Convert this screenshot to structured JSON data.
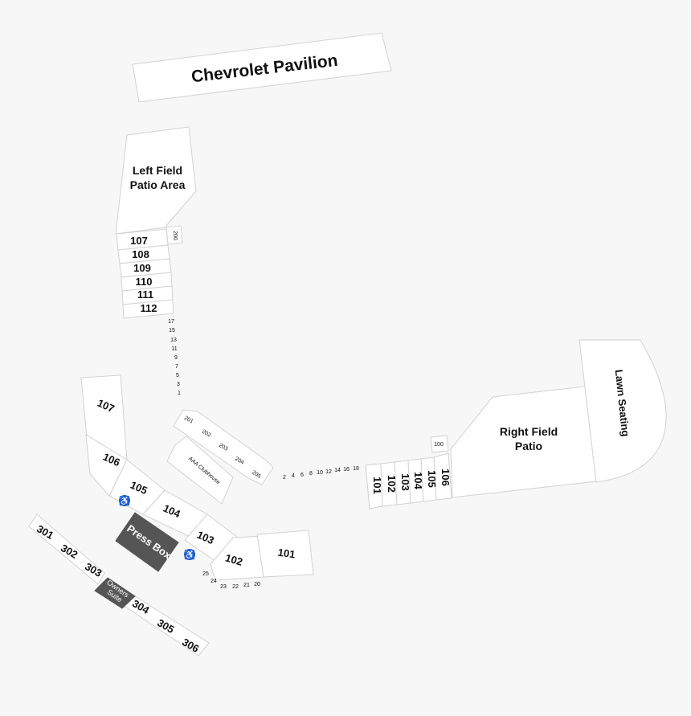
{
  "areas": {
    "chevrolet_pavilion": "Chevrolet Pavilion",
    "left_field_patio": [
      "Left Field",
      "Patio Area"
    ],
    "right_field_patio": [
      "Right Field",
      "Patio"
    ],
    "lawn_seating": "Lawn Seating",
    "aaa_clubhouse": "AAA Clubhouse",
    "press_box": "Press Box",
    "owners_suite": [
      "Owners",
      "Suite"
    ]
  },
  "left_field_sections": [
    "107",
    "108",
    "109",
    "110",
    "111",
    "112"
  ],
  "left_field_box": "200",
  "left_field_small": [
    "17",
    "15",
    "13",
    "11",
    "9",
    "7",
    "5",
    "3",
    "1"
  ],
  "upper_boxes": [
    "201",
    "202",
    "203",
    "204",
    "205"
  ],
  "baseline_small": [
    "2",
    "4",
    "6",
    "8",
    "10",
    "12",
    "14",
    "16",
    "18"
  ],
  "right_field_sections": [
    "101",
    "102",
    "103",
    "104",
    "105",
    "106"
  ],
  "right_field_box": "100",
  "main_sections": [
    "107",
    "106",
    "105",
    "104",
    "103",
    "102",
    "101"
  ],
  "home_small": [
    "25",
    "24",
    "23",
    "22",
    "21",
    "20"
  ],
  "suites_left": [
    "301",
    "302",
    "303"
  ],
  "suites_right": [
    "304",
    "305",
    "306"
  ],
  "icons": {
    "accessible": "wheelchair-icon"
  },
  "colors": {
    "background": "#f7f7f7",
    "section": "#ffffff",
    "dark_box": "#555555",
    "accessible": "#1e5bb8"
  }
}
